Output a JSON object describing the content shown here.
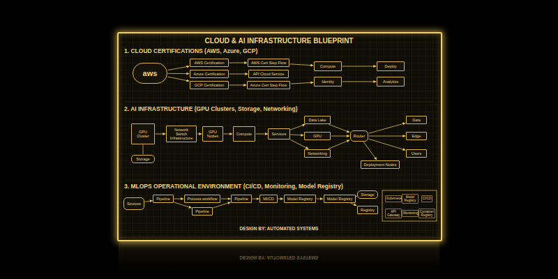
{
  "diagram": {
    "title": "CLOUD & AI INFRASTRUCTURE BLUEPRINT",
    "nodes": [
      {
        "text": [
          "aws"
        ]
      },
      {
        "text": [
          "AWS Certification"
        ]
      },
      {
        "text": [
          "Azure Certification"
        ]
      },
      {
        "text": [
          "GCP Certification"
        ]
      },
      {
        "text": [
          "AWS Cert Step Flow"
        ]
      },
      {
        "text": [
          "API Cloud Service"
        ]
      },
      {
        "text": [
          "Azure Cert Step Flow"
        ]
      },
      {
        "text": [
          "Compute"
        ]
      },
      {
        "text": [
          "Identity"
        ]
      },
      {
        "text": [
          "Deploy"
        ]
      },
      {
        "text": [
          "Analytics"
        ]
      },
      {
        "text": [
          "GPU Cluster"
        ]
      },
      {
        "text": [
          "Network Switch Infrastructure"
        ]
      },
      {
        "text": [
          "GPU Nodes"
        ]
      },
      {
        "text": [
          "Storage"
        ]
      },
      {
        "text": [
          "Compute"
        ]
      },
      {
        "text": [
          "Services"
        ]
      },
      {
        "text": [
          "Data Lake"
        ]
      },
      {
        "text": [
          "GPU"
        ]
      },
      {
        "text": [
          "Networking"
        ]
      },
      {
        "text": [
          "Router"
        ]
      },
      {
        "text": [
          "Data"
        ]
      },
      {
        "text": [
          "Edge"
        ]
      },
      {
        "text": [
          "Users"
        ]
      },
      {
        "text": [
          "Deployment Nodes"
        ]
      },
      {
        "text": [
          "Sources"
        ]
      },
      {
        "text": [
          "Pipeline"
        ]
      },
      {
        "text": [
          "Process workflow"
        ]
      },
      {
        "text": [
          "Pipeline"
        ]
      },
      {
        "text": [
          "Pipeline"
        ]
      },
      {
        "text": [
          "MI/CD"
        ]
      },
      {
        "text": [
          "Model Registry"
        ]
      },
      {
        "text": [
          "Model Registry"
        ]
      },
      {
        "text": [
          "Storage"
        ]
      },
      {
        "text": [
          "Registry"
        ]
      },
      {
        "text": [
          "Kubernetes"
        ]
      },
      {
        "text": [
          "Model Registry"
        ]
      },
      {
        "text": [
          "CI/CD"
        ]
      },
      {
        "text": [
          "API Gateway"
        ]
      },
      {
        "text": [
          "Monitoring"
        ]
      },
      {
        "text": [
          "Container Registry"
        ]
      }
    ],
    "edges": [
      {
        "from": 0,
        "to": 1,
        "arrow": "to"
      },
      {
        "from": 0,
        "to": 2,
        "arrow": "to"
      },
      {
        "from": 0,
        "to": 3,
        "arrow": "to"
      },
      {
        "from": 1,
        "to": 4,
        "arrow": "to"
      },
      {
        "from": 2,
        "to": 5,
        "arrow": "to"
      },
      {
        "from": 3,
        "to": 6,
        "arrow": "to"
      },
      {
        "from": 4,
        "to": 7,
        "arrow": "to"
      },
      {
        "from": 6,
        "to": 8,
        "arrow": "to"
      },
      {
        "from": 7,
        "to": 9,
        "arrow": "to"
      },
      {
        "from": 8,
        "to": 10,
        "arrow": "to"
      },
      {
        "from": 11,
        "to": 12,
        "arrow": "to"
      },
      {
        "from": 11,
        "to": 14,
        "arrow": "none"
      },
      {
        "from": 12,
        "to": 13,
        "arrow": "to"
      },
      {
        "from": 13,
        "to": 15,
        "arrow": "to"
      },
      {
        "from": 15,
        "to": 16,
        "arrow": "to"
      },
      {
        "from": 16,
        "to": 17,
        "arrow": "to"
      },
      {
        "from": 16,
        "to": 18,
        "arrow": "to"
      },
      {
        "from": 16,
        "to": 19,
        "arrow": "to"
      },
      {
        "from": 17,
        "to": 20,
        "arrow": "to"
      },
      {
        "from": 18,
        "to": 20,
        "arrow": "to"
      },
      {
        "from": 19,
        "to": 20,
        "arrow": "to"
      },
      {
        "from": 20,
        "to": 21,
        "arrow": "to"
      },
      {
        "from": 20,
        "to": 22,
        "arrow": "to"
      },
      {
        "from": 20,
        "to": 23,
        "arrow": "to"
      },
      {
        "from": 20,
        "to": 24,
        "arrow": "to"
      },
      {
        "from": 25,
        "to": 26,
        "arrow": "to"
      },
      {
        "from": 26,
        "to": 27,
        "arrow": "to"
      },
      {
        "from": 26,
        "to": 28,
        "arrow": "to"
      },
      {
        "from": 27,
        "to": 29,
        "arrow": "to"
      },
      {
        "from": 28,
        "to": 29,
        "arrow": "to"
      },
      {
        "from": 29,
        "to": 30,
        "arrow": "to"
      },
      {
        "from": 30,
        "to": 31,
        "arrow": "to"
      },
      {
        "from": 31,
        "to": 32,
        "arrow": "to"
      },
      {
        "from": 32,
        "to": 33,
        "arrow": "to"
      },
      {
        "from": 32,
        "to": 34,
        "arrow": "to"
      }
    ],
    "labels": [
      "1. CLOUD CERTIFICATIONS (AWS, Azure, GCP)",
      "2. AI INFRASTRUCTURE (GPU Clusters, Storage, Networking)",
      "3. MLOPS OPERATIONAL ENVIRONMENT (CI/CD, Monitoring, Model Registry)",
      "DESIGN BY: AUTOMATED SYSTEMS",
      "DESIGN BY: AUTOMATED SYSTEMS"
    ]
  }
}
